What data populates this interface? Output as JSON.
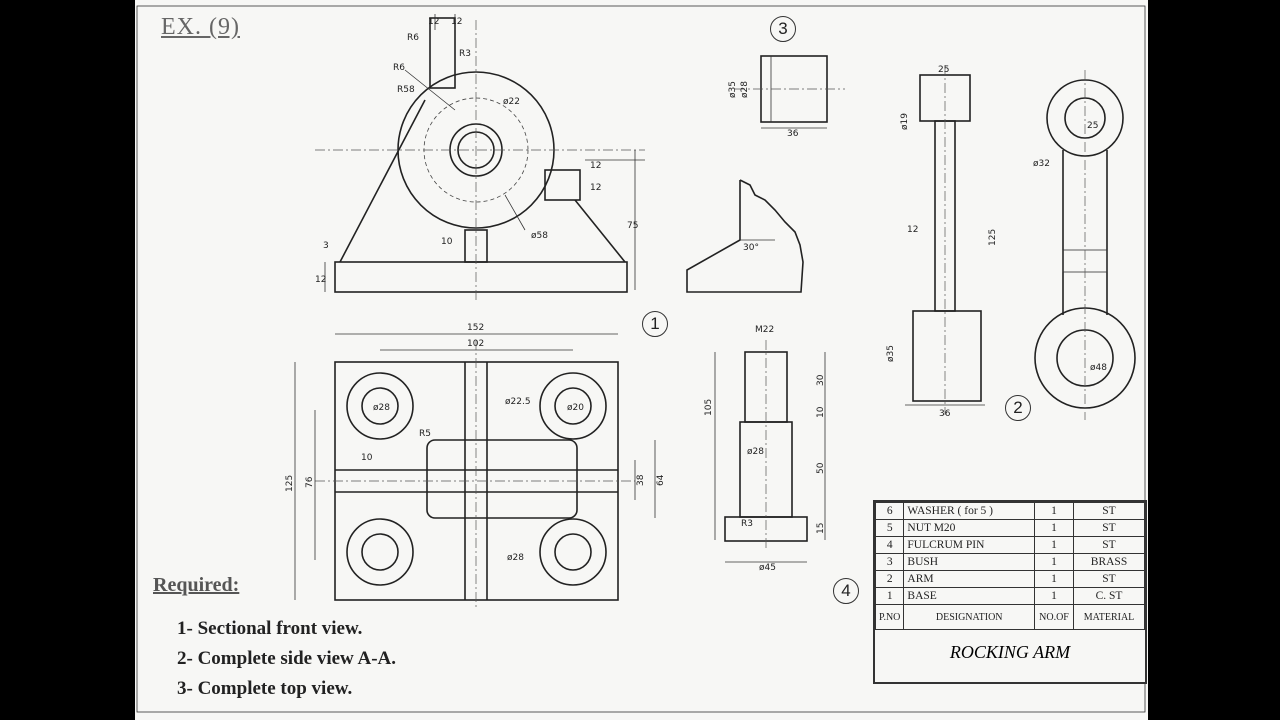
{
  "title": "EX. (9)",
  "required": {
    "heading": "Required:",
    "items": [
      "1- Sectional front view.",
      "2- Complete side view A-A.",
      "3- Complete top view."
    ]
  },
  "view_markers": [
    "1",
    "2",
    "3",
    "4"
  ],
  "dimensions": {
    "base_front": [
      "12",
      "12",
      "R6",
      "R3",
      "R6",
      "R58",
      "ø22",
      "12",
      "12",
      "75",
      "3",
      "10",
      "ø58",
      "12"
    ],
    "bush": [
      "ø35",
      "ø28",
      "36"
    ],
    "wedge": [
      "30°"
    ],
    "arm": [
      "25",
      "ø19",
      "12",
      "125",
      "ø35",
      "36",
      "ø32",
      "25",
      "ø48"
    ],
    "pin": [
      "M22",
      "105",
      "30",
      "10",
      "ø28",
      "50",
      "R3",
      "15",
      "ø45"
    ],
    "base_top": [
      "152",
      "102",
      "ø28",
      "ø22.5",
      "ø20",
      "R5",
      "10",
      "125",
      "76",
      "38",
      "64",
      "ø28"
    ]
  },
  "parts_list": {
    "rows": [
      {
        "no": "6",
        "designation": "WASHER ( for 5 )",
        "qty": "1",
        "material": "ST"
      },
      {
        "no": "5",
        "designation": "NUT M20",
        "qty": "1",
        "material": "ST"
      },
      {
        "no": "4",
        "designation": "FULCRUM PIN",
        "qty": "1",
        "material": "ST"
      },
      {
        "no": "3",
        "designation": "BUSH",
        "qty": "1",
        "material": "BRASS"
      },
      {
        "no": "2",
        "designation": "ARM",
        "qty": "1",
        "material": "ST"
      },
      {
        "no": "1",
        "designation": "BASE",
        "qty": "1",
        "material": "C. ST"
      }
    ],
    "header": {
      "no": "P.NO",
      "designation": "DESIGNATION",
      "qty": "NO.OF",
      "material": "MATERIAL"
    },
    "assembly_name": "ROCKING ARM"
  }
}
